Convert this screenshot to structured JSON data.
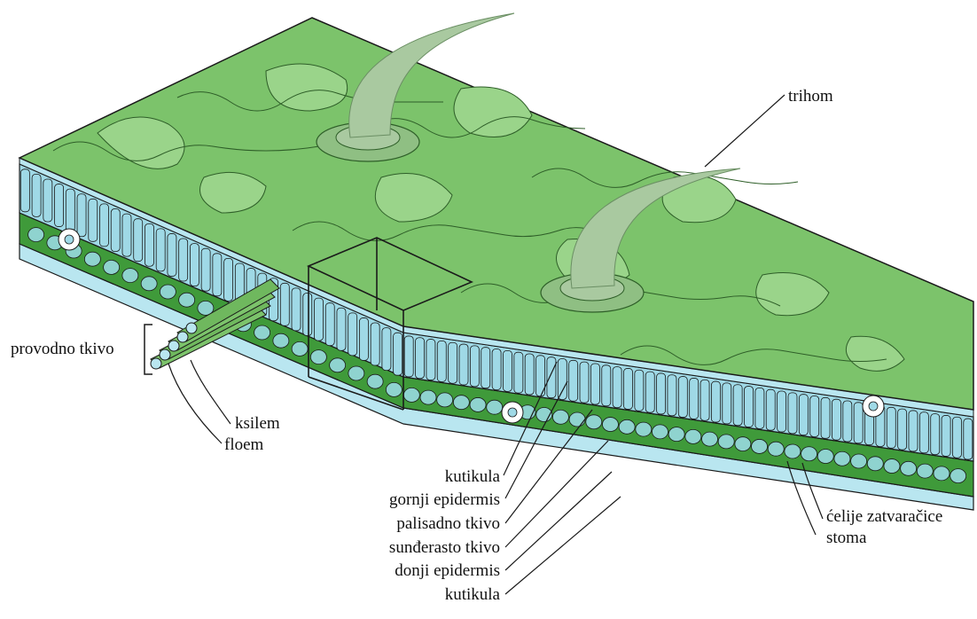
{
  "labels": {
    "trihom": "trihom",
    "provodno_tkivo": "provodno tkivo",
    "ksilem": "ksilem",
    "floem": "floem",
    "kutikula_top": "kutikula",
    "gornji_epidermis": "gornji epidermis",
    "palisadno_tkivo": "palisadno tkivo",
    "sundjerasto_tkivo": "sunđerasto tkivo",
    "donji_epidermis": "donji epidermis",
    "kutikula_bottom": "kutikula",
    "celije_zatvaracice": "ćelije zatvaračice",
    "stoma": "stoma"
  },
  "colors": {
    "surface_green": "#7cc36b",
    "surface_light_patch": "#9ad48a",
    "palisade_blue": "#9fd9e6",
    "spongy_green": "#3f9a3a",
    "spongy_cell": "#8fd3cf",
    "epidermis_blue": "#b9e6f0",
    "trichome": "#a9c9a0",
    "line": "#1a1a1a"
  },
  "icons": {
    "leaf_block": "leaf-cross-section-illustration",
    "trichome": "hair-trichome",
    "vascular_bundle": "vein-bundle"
  }
}
